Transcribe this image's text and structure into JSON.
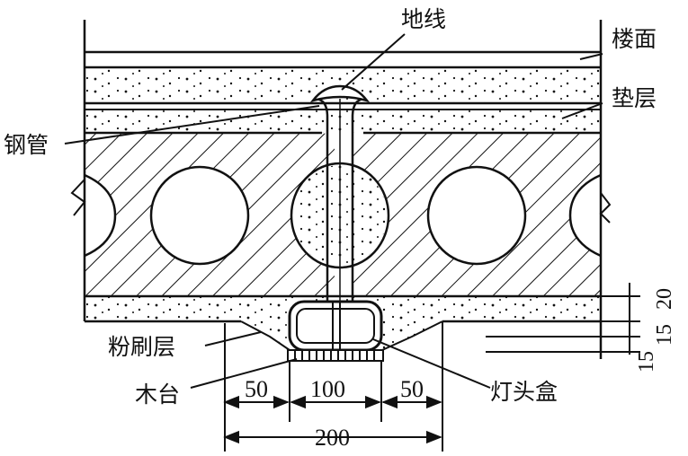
{
  "labels": {
    "ground_wire": "地线",
    "floor_surface": "楼面",
    "cushion_layer": "垫层",
    "steel_pipe": "钢管",
    "plaster_layer": "粉刷层",
    "wood_base": "木台",
    "lamp_box": "灯头盒"
  },
  "dimensions": {
    "left_50": "50",
    "mid_100": "100",
    "right_50": "50",
    "total_200": "200",
    "v_20": "20",
    "v_15a": "15",
    "v_15b": "15"
  },
  "colors": {
    "line": "#111111",
    "background": "#ffffff"
  }
}
